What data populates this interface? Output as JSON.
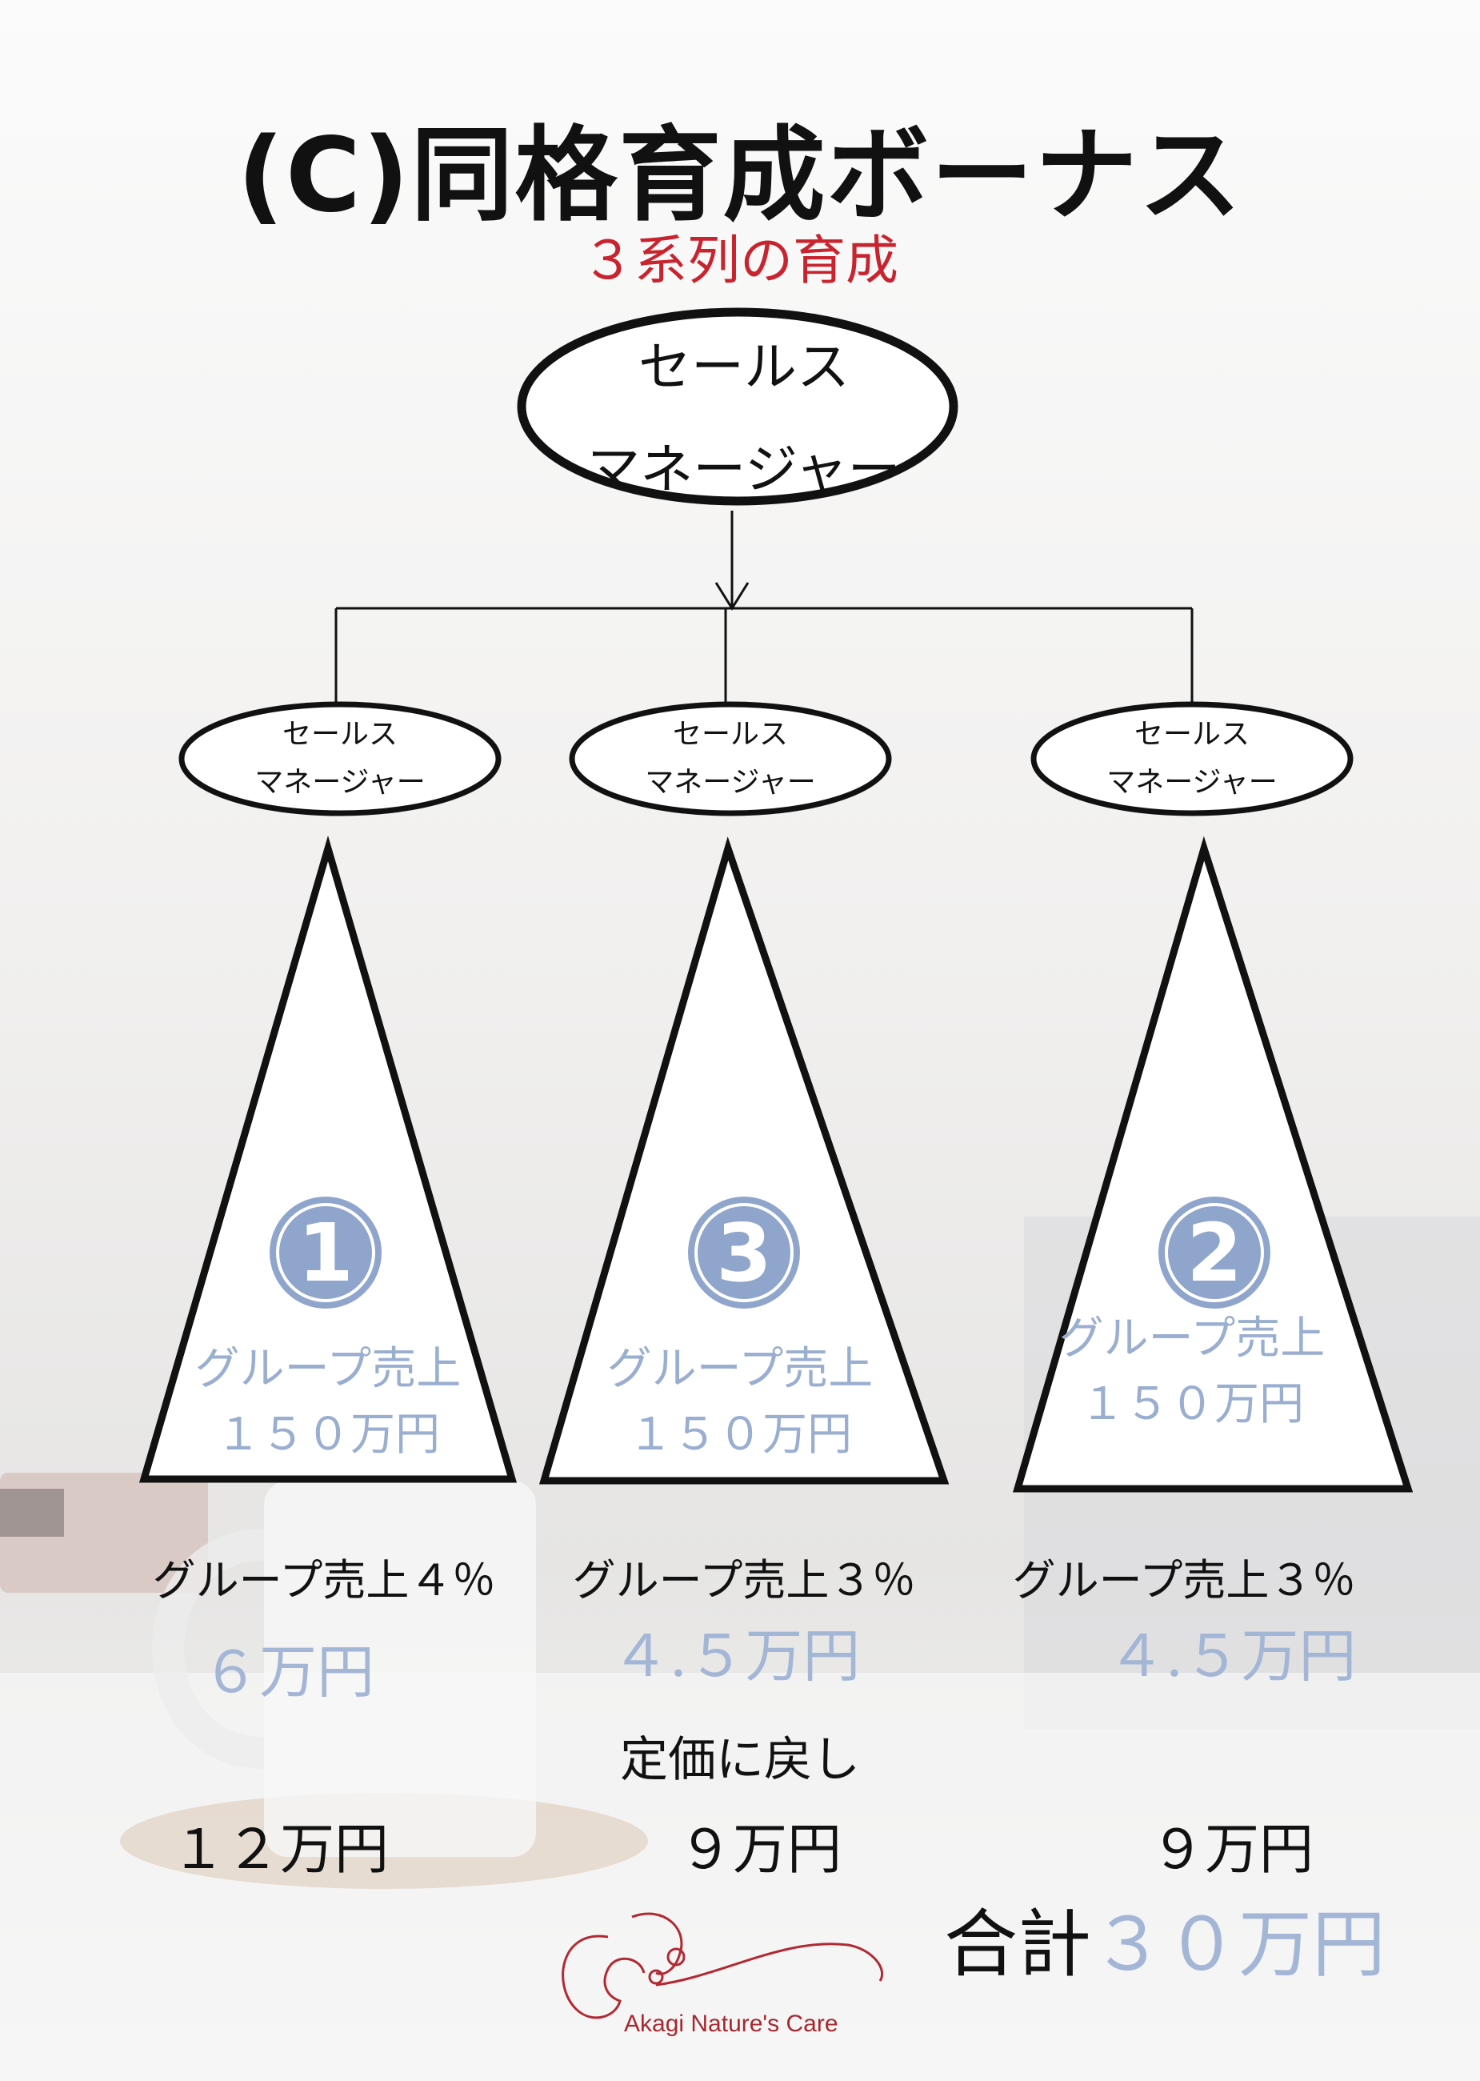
{
  "title": "(C)同格育成ボーナス",
  "subtitle": "３系列の育成",
  "top_node": {
    "line1": "セールス",
    "line2": "マネージャー"
  },
  "branches": [
    {
      "node_line1": "セールス",
      "node_line2": "マネージャー",
      "number": "1",
      "group_label": "グループ売上",
      "group_value": "１５０万円",
      "rate_label": "グループ売上４％",
      "bonus": "６万円",
      "list_price_bonus": "１２万円"
    },
    {
      "node_line1": "セールス",
      "node_line2": "マネージャー",
      "number": "3",
      "group_label": "グループ売上",
      "group_value": "１５０万円",
      "rate_label": "グループ売上３％",
      "bonus": "４.５万円",
      "list_price_bonus": "９万円"
    },
    {
      "node_line1": "セールス",
      "node_line2": "マネージャー",
      "number": "2",
      "group_label": "グループ売上",
      "group_value": "１５０万円",
      "rate_label": "グループ売上３％",
      "bonus": "４.５万円",
      "list_price_bonus": "９万円"
    }
  ],
  "return_label": "定価に戻し",
  "total": {
    "label": "合計",
    "value": "３０万円"
  },
  "logo": {
    "text": "Akagi Nature's Care"
  },
  "colors": {
    "title": "#111111",
    "subtitle": "#c8242f",
    "accent": "#9aaed0",
    "badge": "#8fa5cc",
    "logo": "#a6282f"
  }
}
